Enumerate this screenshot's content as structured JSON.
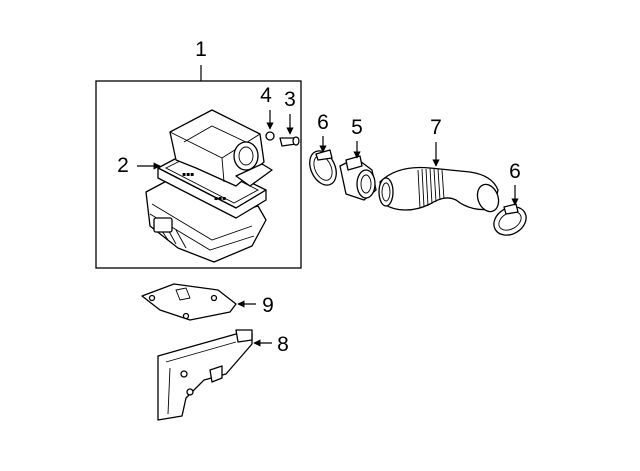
{
  "diagram": {
    "callouts": {
      "c1": "1",
      "c2": "2",
      "c3": "3",
      "c4": "4",
      "c5": "5",
      "c6a": "6",
      "c6b": "6",
      "c7": "7",
      "c8": "8",
      "c9": "9"
    }
  }
}
